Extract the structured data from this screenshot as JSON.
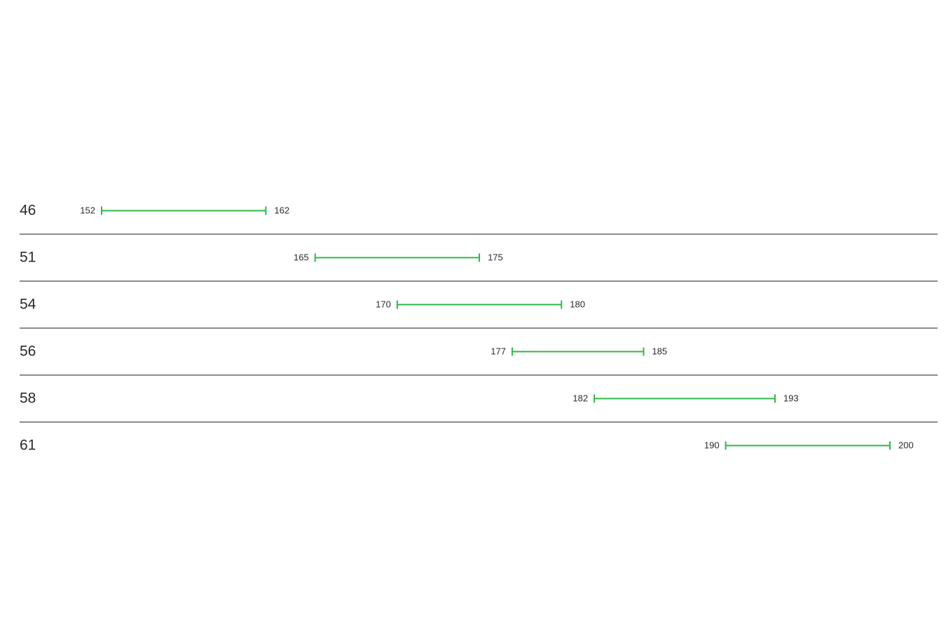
{
  "chart_data": {
    "type": "range",
    "rows": [
      {
        "label": "46",
        "low": 152,
        "high": 162
      },
      {
        "label": "51",
        "low": 165,
        "high": 175
      },
      {
        "label": "54",
        "low": 170,
        "high": 180
      },
      {
        "label": "56",
        "low": 177,
        "high": 185
      },
      {
        "label": "58",
        "low": 182,
        "high": 193
      },
      {
        "label": "61",
        "low": 190,
        "high": 200
      }
    ],
    "xlim": [
      148,
      202
    ],
    "color": "#2db84a",
    "separator_color": "#1a1a1a",
    "grid": false
  }
}
